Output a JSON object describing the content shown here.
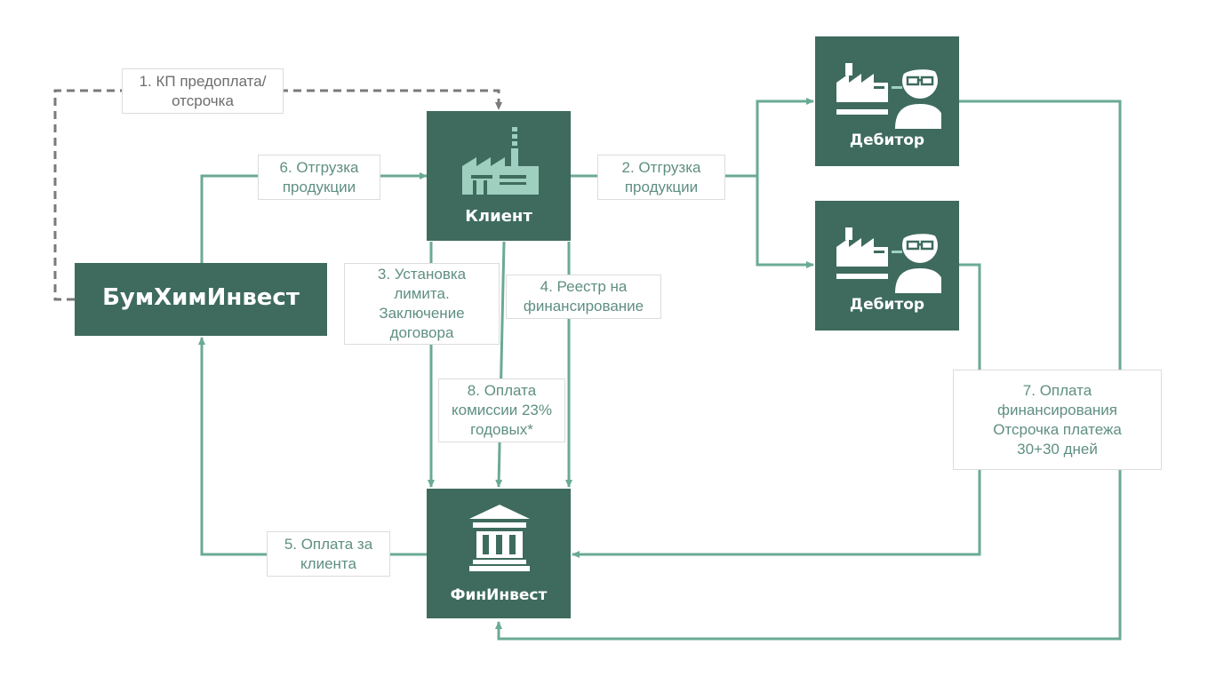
{
  "colors": {
    "node_fill": "#3e6b5e",
    "arrow": "#6aaa95",
    "dashed_arrow": "#7a7a7a",
    "label_text": "#5f8f82",
    "label_text_gray": "#6d6d6d"
  },
  "nodes": {
    "bumkhiminvest": {
      "label": "БумХимИнвест"
    },
    "client": {
      "label": "Клиент",
      "icon": "factory-icon"
    },
    "debtor_1": {
      "label": "Дебитор",
      "icon": "factory-person-icon"
    },
    "debtor_2": {
      "label": "Дебитор",
      "icon": "factory-person-icon"
    },
    "fininvest": {
      "label": "ФинИнвест",
      "icon": "bank-icon"
    }
  },
  "labels": {
    "step1": [
      "1. КП предоплата/",
      "отсрочка"
    ],
    "step2": [
      "2. Отгрузка",
      "продукции"
    ],
    "step3": [
      "3. Установка",
      "лимита.",
      "Заключение",
      "договора"
    ],
    "step4": [
      "4. Реестр на",
      "финансирование"
    ],
    "step5": [
      "5. Оплата за",
      "клиента"
    ],
    "step6": [
      "6. Отгрузка",
      "продукции"
    ],
    "step7": [
      "7. Оплата",
      "финансирования",
      "Отсрочка платежа",
      "30+30 дней"
    ],
    "step8": [
      "8. Оплата",
      "комиссии 23%",
      "годовых*"
    ]
  }
}
